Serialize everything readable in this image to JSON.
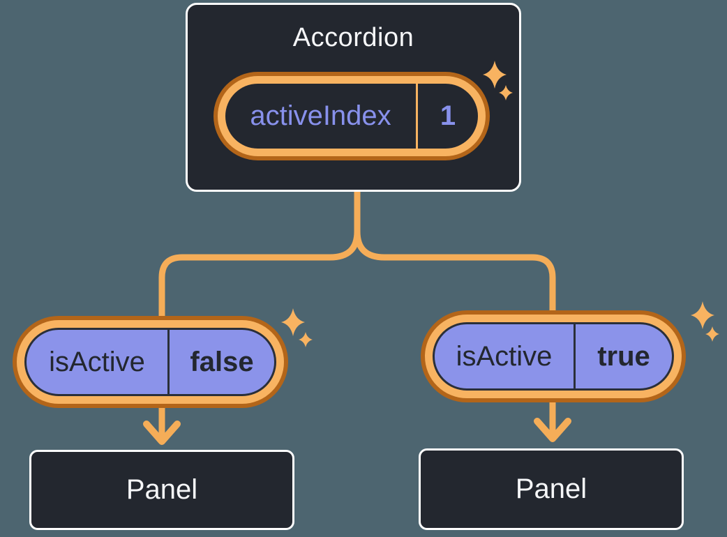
{
  "colors": {
    "background": "#4D6570",
    "card_bg": "#23272F",
    "card_border": "#FFFFFF",
    "ring_outer": "#B36519",
    "ring_inner": "#F8B361",
    "connector": "#F5AD58",
    "purple_fill": "#8B93EA",
    "purple_text": "#8891EC",
    "dark_text": "#23272F",
    "outline_dark": "#2A2F39",
    "light_text": "#F6F7F9"
  },
  "icons": {
    "sparkle": "✦"
  },
  "accordion": {
    "title": "Accordion",
    "state_name": "activeIndex",
    "state_value": "1"
  },
  "left_branch": {
    "prop_name": "isActive",
    "prop_value": "false",
    "panel_label": "Panel"
  },
  "right_branch": {
    "prop_name": "isActive",
    "prop_value": "true",
    "panel_label": "Panel"
  }
}
